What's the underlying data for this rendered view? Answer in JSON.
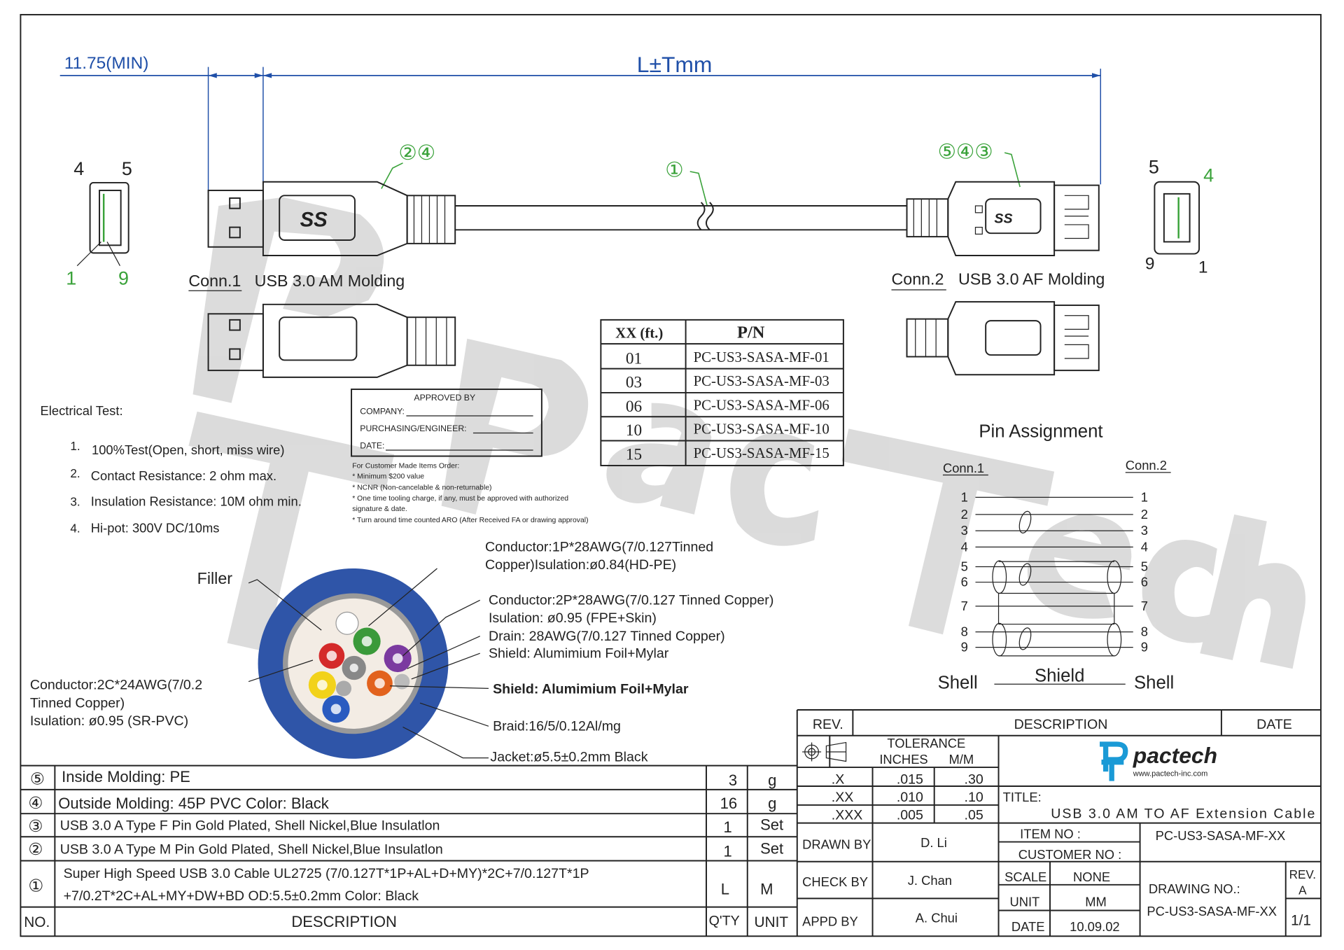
{
  "dimensions": {
    "min_length": "11.75(MIN)",
    "length": "L±Tmm"
  },
  "callouts": {
    "conn1": "②④",
    "cable": "①",
    "conn2": "⑤④③"
  },
  "conn1": {
    "tag": "Conn.1",
    "label": "USB  3.0  AM  Molding",
    "logo": "SS",
    "pins": [
      "4",
      "5",
      "1",
      "9"
    ]
  },
  "conn2": {
    "tag": "Conn.2",
    "label": "USB  3.0  AF  Molding",
    "logo": "SS",
    "pins": [
      "5",
      "4",
      "9",
      "1"
    ]
  },
  "watermark": "PacTech",
  "pn_table": {
    "headers": [
      "XX (ft.)",
      "P/N"
    ],
    "rows": [
      [
        "01",
        "PC-US3-SASA-MF-01"
      ],
      [
        "03",
        "PC-US3-SASA-MF-03"
      ],
      [
        "06",
        "PC-US3-SASA-MF-06"
      ],
      [
        "10",
        "PC-US3-SASA-MF-10"
      ],
      [
        "15",
        "PC-US3-SASA-MF-15"
      ]
    ]
  },
  "approval": {
    "title": "APPROVED BY",
    "company": "COMPANY:",
    "engineer": "PURCHASING/ENGINEER:",
    "date": "DATE:"
  },
  "order_notes": [
    "For Customer Made Items Order:",
    "* Minimum $200 value",
    "* NCNR (Non-cancelable & non-returnable)",
    "* One time tooling charge, if any, must be approved with authorized",
    "   signature & date.",
    "* Turn around time counted ARO (After Received FA or drawing approval)"
  ],
  "electrical_test": {
    "title": "Electrical  Test:",
    "items": [
      {
        "n": "1.",
        "text": "100%Test(Open,  short,  miss wire)"
      },
      {
        "n": "2.",
        "text": "Contact  Resistance:  2  ohm max."
      },
      {
        "n": "3.",
        "text": "Insulation  Resistance:  10M ohm  min."
      },
      {
        "n": "4.",
        "text": "Hi-pot:  300V  DC/10ms"
      }
    ]
  },
  "pin_assignment": {
    "title": "Pin  Assignment",
    "conn1": "Conn.1",
    "conn2": "Conn.2",
    "pins": [
      "1",
      "2",
      "3",
      "4",
      "5",
      "6",
      "7",
      "8",
      "9"
    ],
    "shell_left": "Shell",
    "shield": "Shield",
    "shell_right": "Shell"
  },
  "cross_section": {
    "filler": "Filler",
    "conductor_1p": [
      "Conductor:1P*28AWG(7/0.127Tinned",
      "Copper)Isulation:ø0.84(HD-PE)"
    ],
    "conductor_2p": "Conductor:2P*28AWG(7/0.127  Tinned  Copper)",
    "insulation": "Isulation:  ø0.95  (FPE+Skin)",
    "drain": "Drain:  28AWG(7/0.127  Tinned  Copper)",
    "shield_inner": "Shield:  Alumimium  Foil+Mylar",
    "shield_outer": "Shield:  Alumimium  Foil+Mylar",
    "braid": "Braid:16/5/0.12Al/mg",
    "jacket": "Jacket:ø5.5±0.2mm  Black",
    "conductor_2c": [
      "Conductor:2C*24AWG(7/0.2",
      "Tinned  Copper)",
      "Isulation:  ø0.95  (SR-PVC)"
    ],
    "colors": {
      "jacket": "#2f55a8",
      "inner": "#f3ece4",
      "red": "#d42a2a",
      "green": "#3a9a3a",
      "purple": "#7b3aa0",
      "orange": "#e2621d",
      "yellow": "#f2d21a",
      "blue": "#2a5bc0",
      "gray": "#888888"
    }
  },
  "bom": {
    "headers": {
      "no": "NO.",
      "description": "DESCRIPTION",
      "qty": "Q'TY",
      "unit": "UNIT"
    },
    "rows": [
      {
        "no": "⑤",
        "desc": [
          "Inside  Molding:  PE"
        ],
        "qty": "3",
        "unit": "g"
      },
      {
        "no": "④",
        "desc": [
          "Outside  Molding:  45P  PVC  Color:  Black"
        ],
        "qty": "16",
        "unit": "g"
      },
      {
        "no": "③",
        "desc": [
          "USB  3.0  A    Type  F  Pin  Gold  Plated,  Shell  Nickel,Blue  Insulatlon"
        ],
        "qty": "1",
        "unit": "Set"
      },
      {
        "no": "②",
        "desc": [
          "USB  3.0  A    Type  M  Pin  Gold  Plated,  Shell  Nickel,Blue  Insulatlon"
        ],
        "qty": "1",
        "unit": "Set"
      },
      {
        "no": "①",
        "desc": [
          "Super  High  Speed  USB  3.0  Cable  UL2725  (7/0.127T*1P+AL+D+MY)*2C+7/0.127T*1P",
          "+7/0.2T*2C+AL+MY+DW+BD  OD:5.5±0.2mm  Color:  Black"
        ],
        "qty": "L",
        "unit": "M"
      }
    ]
  },
  "title_block": {
    "rev_label": "REV.",
    "description_label": "DESCRIPTION",
    "date_label": "DATE",
    "tolerance": "TOLERANCE",
    "inches": "INCHES",
    "mm": "M/M",
    "tol_rows": [
      [
        ".X",
        ".015",
        ".30"
      ],
      [
        ".XX",
        ".010",
        ".10"
      ],
      [
        ".XXX",
        ".005",
        ".05"
      ]
    ],
    "drawn_by_label": "DRAWN  BY",
    "drawn_by": "D. Li",
    "check_by_label": "CHECK  BY",
    "check_by": "J. Chan",
    "appd_by_label": "APPD  BY",
    "appd_by": "A.  Chui",
    "logo_name": "pactech",
    "logo_url": "www.pactech-inc.com",
    "brand_color": "#1a9ad6",
    "title_label": "TITLE:",
    "title": "USB  3.0  AM  TO  AF    Extension  Cable",
    "item_no_label": "ITEM  NO  :",
    "item_no": "PC-US3-SASA-MF-XX",
    "customer_no_label": "CUSTOMER  NO  :",
    "scale_label": "SCALE",
    "scale": "NONE",
    "unit_label": "UNIT",
    "unit": "MM",
    "date2_label": "DATE",
    "date": "10.09.02",
    "drawing_no_label": "DRAWING  NO.:",
    "drawing_no": "PC-US3-SASA-MF-XX",
    "rev2_label": "REV.",
    "rev": "A",
    "sheet": "1/1"
  }
}
